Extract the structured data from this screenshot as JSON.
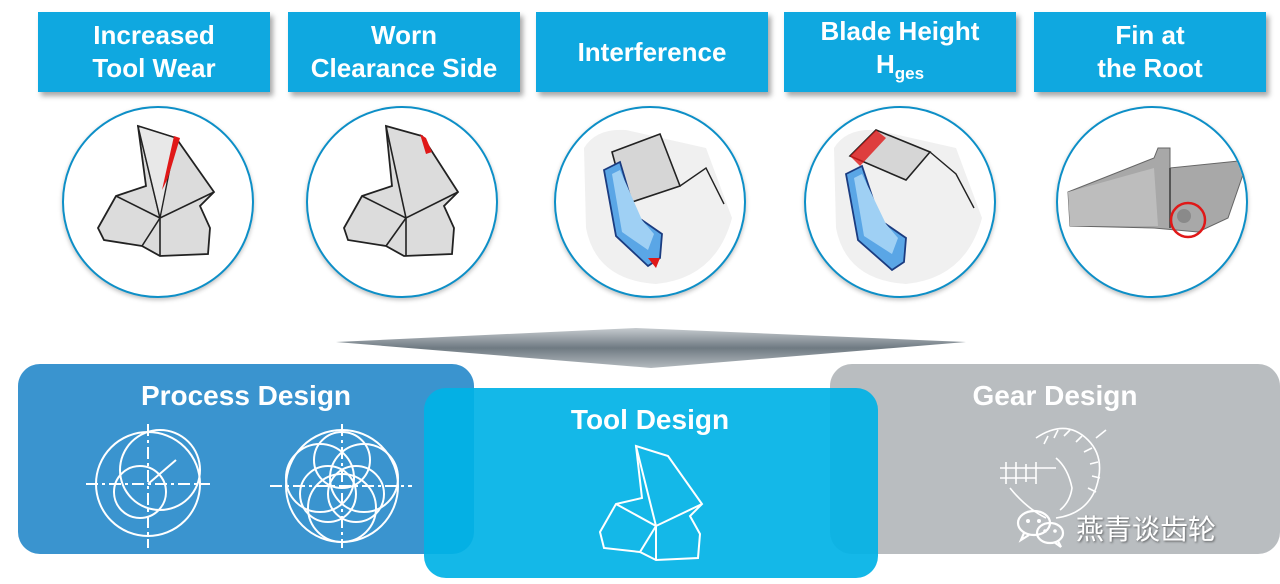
{
  "headers": [
    {
      "line1": "Increased",
      "line2": "Tool Wear"
    },
    {
      "line1": "Worn",
      "line2": "Clearance Side"
    },
    {
      "line1": "Interference",
      "line2": ""
    },
    {
      "line1": "Blade Height",
      "line2_main": "H",
      "line2_sub": "ges"
    },
    {
      "line1": "Fin at",
      "line2": "the Root"
    }
  ],
  "panels": {
    "process": {
      "title": "Process Design"
    },
    "tool": {
      "title": "Tool Design"
    },
    "gear": {
      "title": "Gear Design"
    }
  },
  "watermark": {
    "text": "燕青谈齿轮"
  },
  "colors": {
    "header": "#0fa8e0",
    "process": "#3a94cf",
    "tool": "#00b2e6",
    "gear": "#b9bdc0",
    "highlight": "#e01818"
  }
}
